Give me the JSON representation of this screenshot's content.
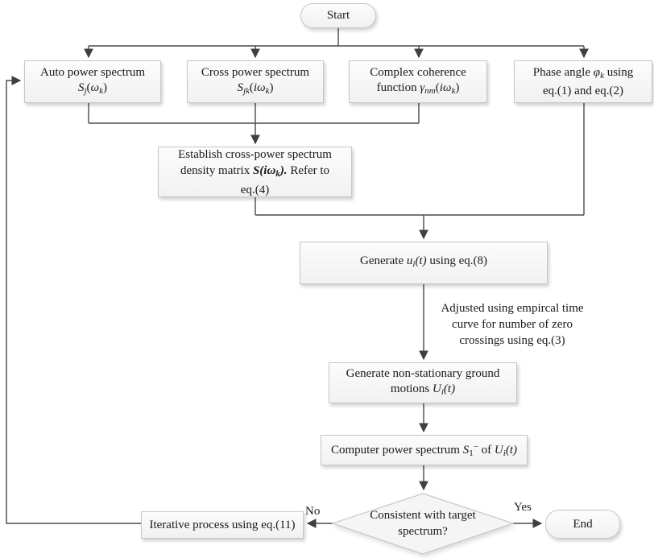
{
  "colors": {
    "background": "#ffffff",
    "box_fill_top": "#fcfcfc",
    "box_fill_bottom": "#f1f1f1",
    "box_border": "#c7c7c7",
    "connector": "#4a4a4a",
    "text": "#1a1a1a"
  },
  "nodes": {
    "start": {
      "label": "Start"
    },
    "auto_power": {
      "line1": "Auto power spectrum",
      "sym": "S",
      "sym_sub": "j",
      "arg_open": "(",
      "arg": "ω",
      "arg_sub": "k",
      "arg_close": ")"
    },
    "cross_power": {
      "line1": "Cross power spectrum",
      "sym": "S",
      "sym_sub": "jk",
      "arg_open": "(",
      "arg": "iω",
      "arg_sub": "k",
      "arg_close": ")"
    },
    "coherence": {
      "line1": "Complex coherence",
      "line2_pre": "function ",
      "sym": "γ",
      "sym_sub": "nm",
      "arg_open": "(",
      "arg": "iω",
      "arg_sub": "k",
      "arg_close": ")"
    },
    "phase_angle": {
      "pre": "Phase angle ",
      "sym": "φ",
      "sym_sub": "k",
      "post": " using",
      "line2": "eq.(1) and eq.(2)"
    },
    "establish": {
      "line1": "Establish cross-power spectrum",
      "line2_pre": "density matrix ",
      "bold_sym": "S",
      "bold_arg": "(iω",
      "bold_sub": "k",
      "bold_close": ").",
      "line2_post": " Refer to",
      "line3": "eq.(4)"
    },
    "generate_u": {
      "pre": "Generate ",
      "sym": "u",
      "sym_sub": "i",
      "arg": "(t)",
      "post": " using eq.(8)"
    },
    "adjust_note": {
      "line1": "Adjusted using empircal time",
      "line2": "curve for number of zero",
      "line3": "crossings using eq.(3)"
    },
    "generate_ns": {
      "line1": "Generate non-stationary ground",
      "line2_pre": "motions ",
      "sym": "U",
      "sym_sub": "i",
      "arg": "(t)"
    },
    "compute_power": {
      "pre": "Computer power spectrum ",
      "sym": "S",
      "sym_sub": "1",
      "sym_sup": "−",
      "mid": " of ",
      "sym2": "U",
      "sym2_sub": "i",
      "arg": "(t)"
    },
    "decision": {
      "line1": "Consistent with target",
      "line2": "spectrum?"
    },
    "iterative": {
      "label": "Iterative process using eq.(11)"
    },
    "end": {
      "label": "End"
    }
  },
  "edge_labels": {
    "no": "No",
    "yes": "Yes"
  }
}
